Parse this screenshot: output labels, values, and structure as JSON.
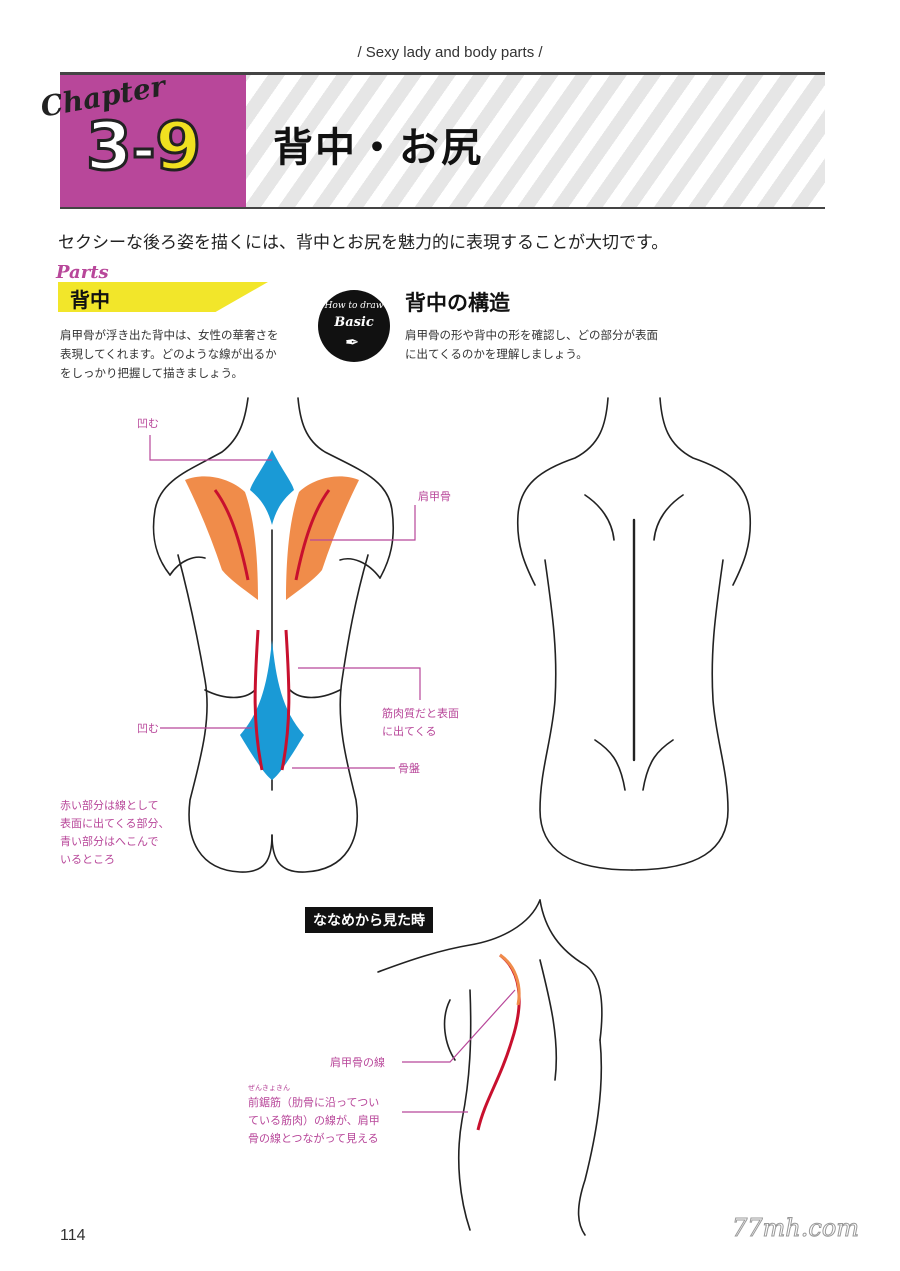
{
  "header": {
    "running_head": "/ Sexy lady and body parts /",
    "chapter_word": "Chapter",
    "chapter_major": "3",
    "chapter_dash": "-",
    "chapter_minor": "9",
    "title": "背中・お尻"
  },
  "intro": "セクシーな後ろ姿を描くには、背中とお尻を魅力的に表現することが大切です。",
  "parts": {
    "tag": "Parts",
    "label": "背中",
    "description": "肩甲骨が浮き出た背中は、女性の華奢さを表現してくれます。どのような線が出るかをしっかり把握して描きましょう。"
  },
  "how_to_draw": {
    "badge_top": "How to draw",
    "badge_mid": "Basic",
    "pen_icon": "fountain-pen-icon",
    "title": "背中の構造",
    "description": "肩甲骨の形や背中の形を確認し、どの部分が表面に出てくるのかを理解しましょう。"
  },
  "annotations": {
    "hollow_top": "凹む",
    "scapula": "肩甲骨",
    "muscular_1": "筋肉質だと表面",
    "muscular_2": "に出てくる",
    "hollow_bottom": "凹む",
    "spine": "骨盤",
    "legend_1": "赤い部分は線として",
    "legend_2": "表面に出てくる部分、",
    "legend_3": "青い部分はへこんで",
    "legend_4": "いるところ"
  },
  "diagonal": {
    "label": "ななめから見た時",
    "scapula_line": "肩甲骨の線",
    "serratus_ruby": "ぜんきょきん",
    "serratus_1": "前鋸筋（肋骨に沿ってつい",
    "serratus_2": "ている筋肉）の線が、肩甲",
    "serratus_3": "骨の線とつながって見える"
  },
  "footer": {
    "page_number": "114",
    "watermark": "77mh.com"
  },
  "colors": {
    "magenta": "#b8479a",
    "yellow": "#f2e62a",
    "orange": "#f08c4a",
    "blue": "#1a9ad6",
    "red": "#c8102e"
  }
}
